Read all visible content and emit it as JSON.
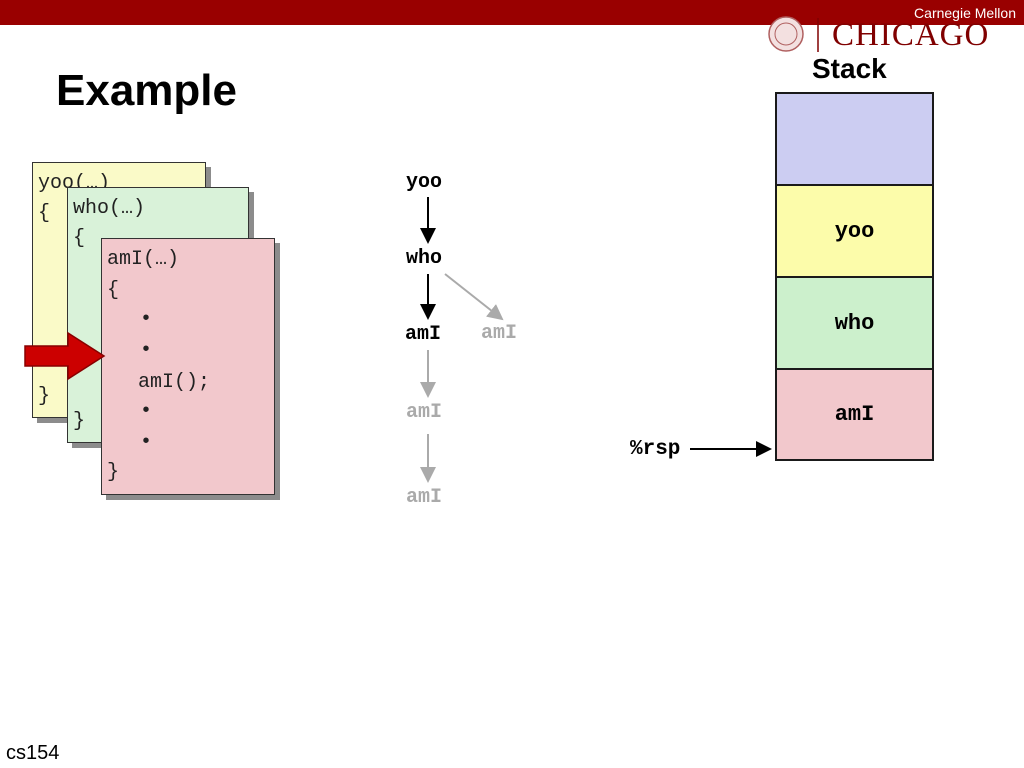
{
  "header": {
    "brand": "Carnegie Mellon",
    "logo_text": "CHICAGO"
  },
  "slide": {
    "title": "Example",
    "footer": "cs154"
  },
  "cards": {
    "yoo": {
      "line1": "yoo(…)",
      "line2": "{",
      "line3": "}"
    },
    "who": {
      "line1": "who(…)",
      "line2": "{",
      "line3": "}"
    },
    "ami": {
      "line1": "amI(…)",
      "line2": "{",
      "bullet1": "•",
      "bullet2": "•",
      "call": "amI();",
      "bullet3": "•",
      "bullet4": "•",
      "close": "}"
    }
  },
  "call_tree": {
    "yoo": "yoo",
    "who": "who",
    "ami_active": "amI",
    "ami_side": "amI",
    "ami_mid": "amI",
    "ami_bottom": "amI"
  },
  "stack": {
    "title": "Stack",
    "frames": [
      "",
      "yoo",
      "who",
      "amI"
    ],
    "pointer_label": "%rsp"
  },
  "colors": {
    "accent": "#990000",
    "yoo_frame": "#fcfcaa",
    "who_frame": "#ccf0cc",
    "ami_frame": "#f2c8cc",
    "top_frame": "#cccdf2",
    "pointer_arrow": "#cc0000"
  }
}
